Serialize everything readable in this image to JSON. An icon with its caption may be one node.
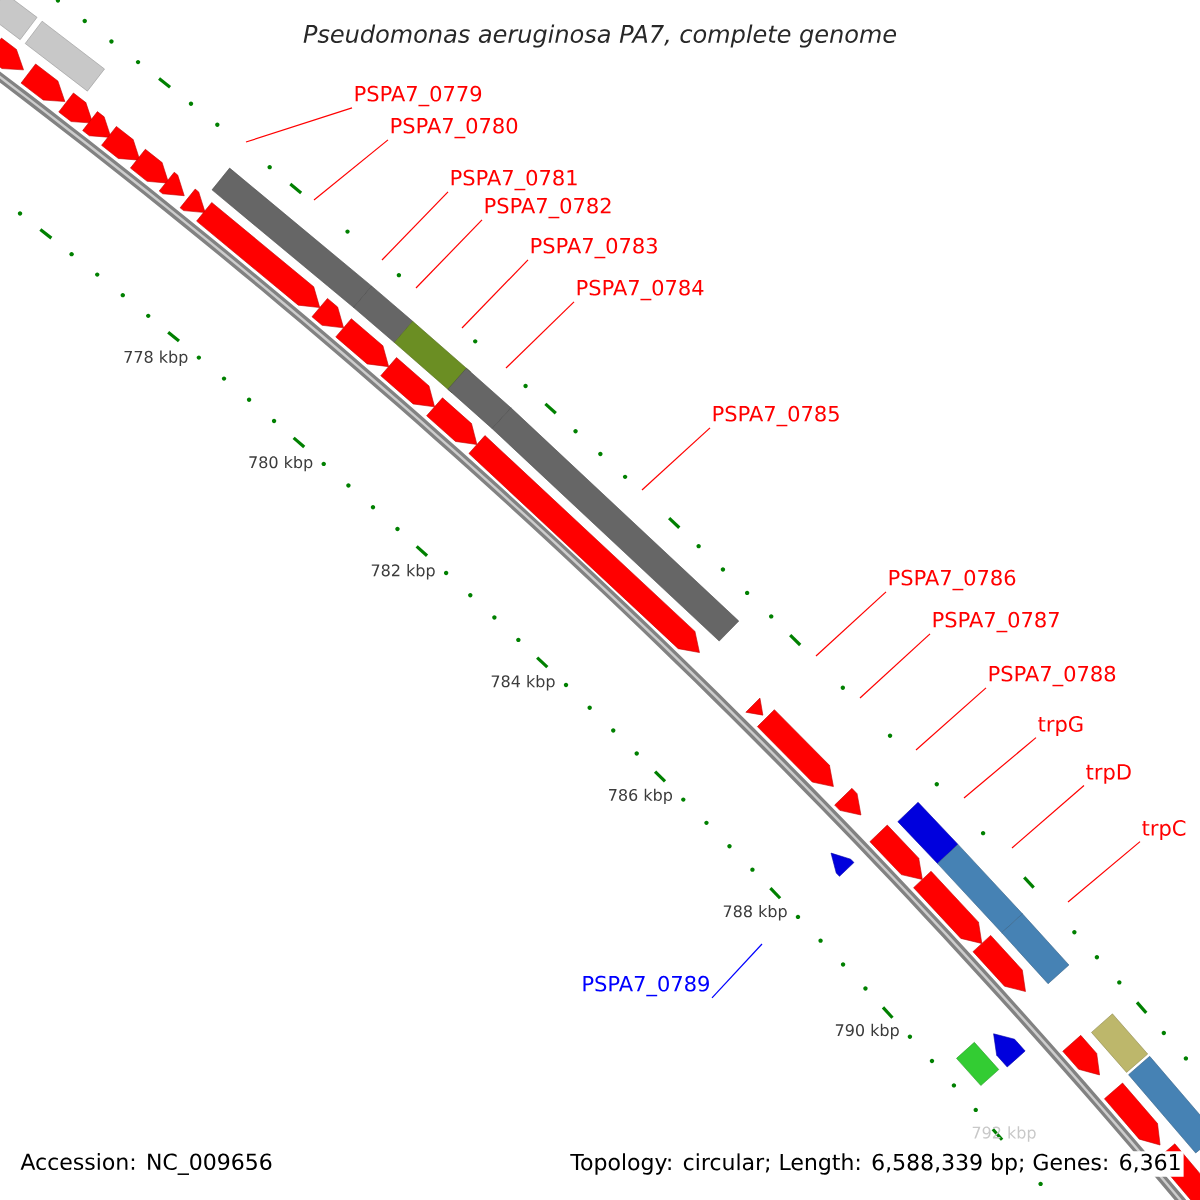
{
  "diagram": {
    "title": "Pseudomonas aeruginosa PA7, complete genome",
    "nodes": [
      {
        "text": [
          "PSPA7_0779"
        ]
      },
      {
        "text": [
          "PSPA7_0780"
        ]
      },
      {
        "text": [
          "PSPA7_0781"
        ]
      },
      {
        "text": [
          "PSPA7_0782"
        ]
      },
      {
        "text": [
          "PSPA7_0783"
        ]
      },
      {
        "text": [
          "PSPA7_0784"
        ]
      },
      {
        "text": [
          "PSPA7_0785"
        ]
      },
      {
        "text": [
          "PSPA7_0786"
        ]
      },
      {
        "text": [
          "PSPA7_0787"
        ]
      },
      {
        "text": [
          "PSPA7_0788"
        ]
      },
      {
        "text": [
          "trpG"
        ]
      },
      {
        "text": [
          "trpD"
        ]
      },
      {
        "text": [
          "trpC"
        ]
      },
      {
        "text": [
          "PSPA7_0789"
        ]
      }
    ],
    "edges": [
      {
        "from": 0,
        "to": null,
        "arrow": "none"
      },
      {
        "from": 1,
        "to": null,
        "arrow": "none"
      },
      {
        "from": 2,
        "to": null,
        "arrow": "none"
      },
      {
        "from": 3,
        "to": null,
        "arrow": "none"
      },
      {
        "from": 4,
        "to": null,
        "arrow": "none"
      },
      {
        "from": 5,
        "to": null,
        "arrow": "none"
      },
      {
        "from": 6,
        "to": null,
        "arrow": "none"
      },
      {
        "from": 7,
        "to": null,
        "arrow": "none"
      },
      {
        "from": 8,
        "to": null,
        "arrow": "none"
      },
      {
        "from": 9,
        "to": null,
        "arrow": "none"
      },
      {
        "from": 10,
        "to": null,
        "arrow": "none"
      },
      {
        "from": 11,
        "to": null,
        "arrow": "none"
      },
      {
        "from": 12,
        "to": null,
        "arrow": "none"
      },
      {
        "from": 13,
        "to": null,
        "arrow": "none",
        "color": "#0000ff"
      }
    ],
    "labels": [
      "778 kbp",
      "780 kbp",
      "782 kbp",
      "784 kbp",
      "786 kbp",
      "788 kbp",
      "790 kbp",
      "792 kbp",
      "Accession: NC_009656",
      "Topology: circular; Length: 6,588,339 bp; Genes: 6,361"
    ]
  }
}
